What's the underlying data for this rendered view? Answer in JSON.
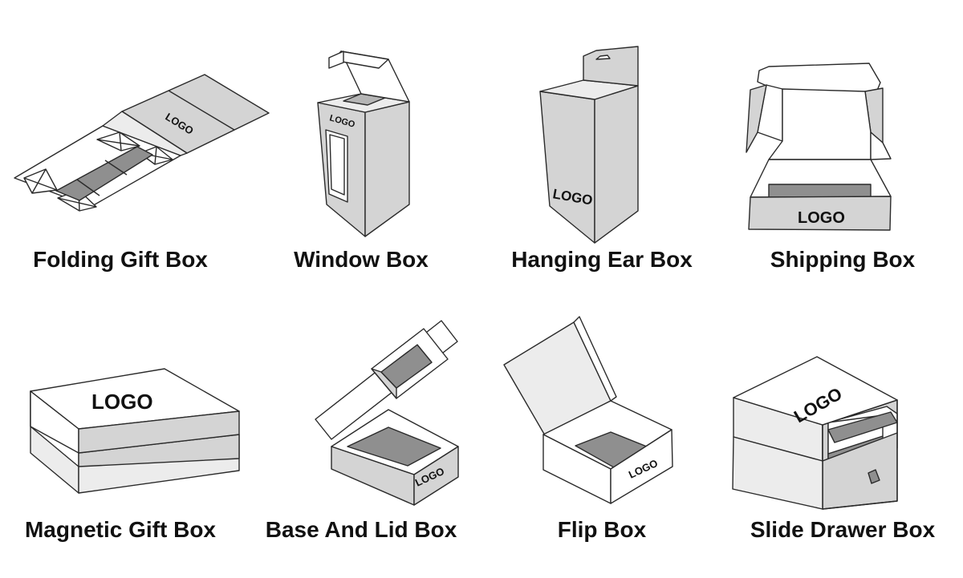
{
  "palette": {
    "outline": "#2a2a2a",
    "face_light": "#ffffff",
    "face_mid": "#d4d4d4",
    "face_dark": "#8f8f8f",
    "face_pale": "#ececec",
    "text": "#111111"
  },
  "logo_text": "LOGO",
  "boxes": [
    {
      "id": "folding-gift-box",
      "label": "Folding Gift Box"
    },
    {
      "id": "window-box",
      "label": "Window Box"
    },
    {
      "id": "hanging-ear-box",
      "label": "Hanging Ear Box"
    },
    {
      "id": "shipping-box",
      "label": "Shipping Box"
    },
    {
      "id": "magnetic-gift-box",
      "label": "Magnetic Gift Box"
    },
    {
      "id": "base-and-lid-box",
      "label": "Base And Lid Box"
    },
    {
      "id": "flip-box",
      "label": "Flip Box"
    },
    {
      "id": "slide-drawer-box",
      "label": "Slide Drawer Box"
    }
  ]
}
